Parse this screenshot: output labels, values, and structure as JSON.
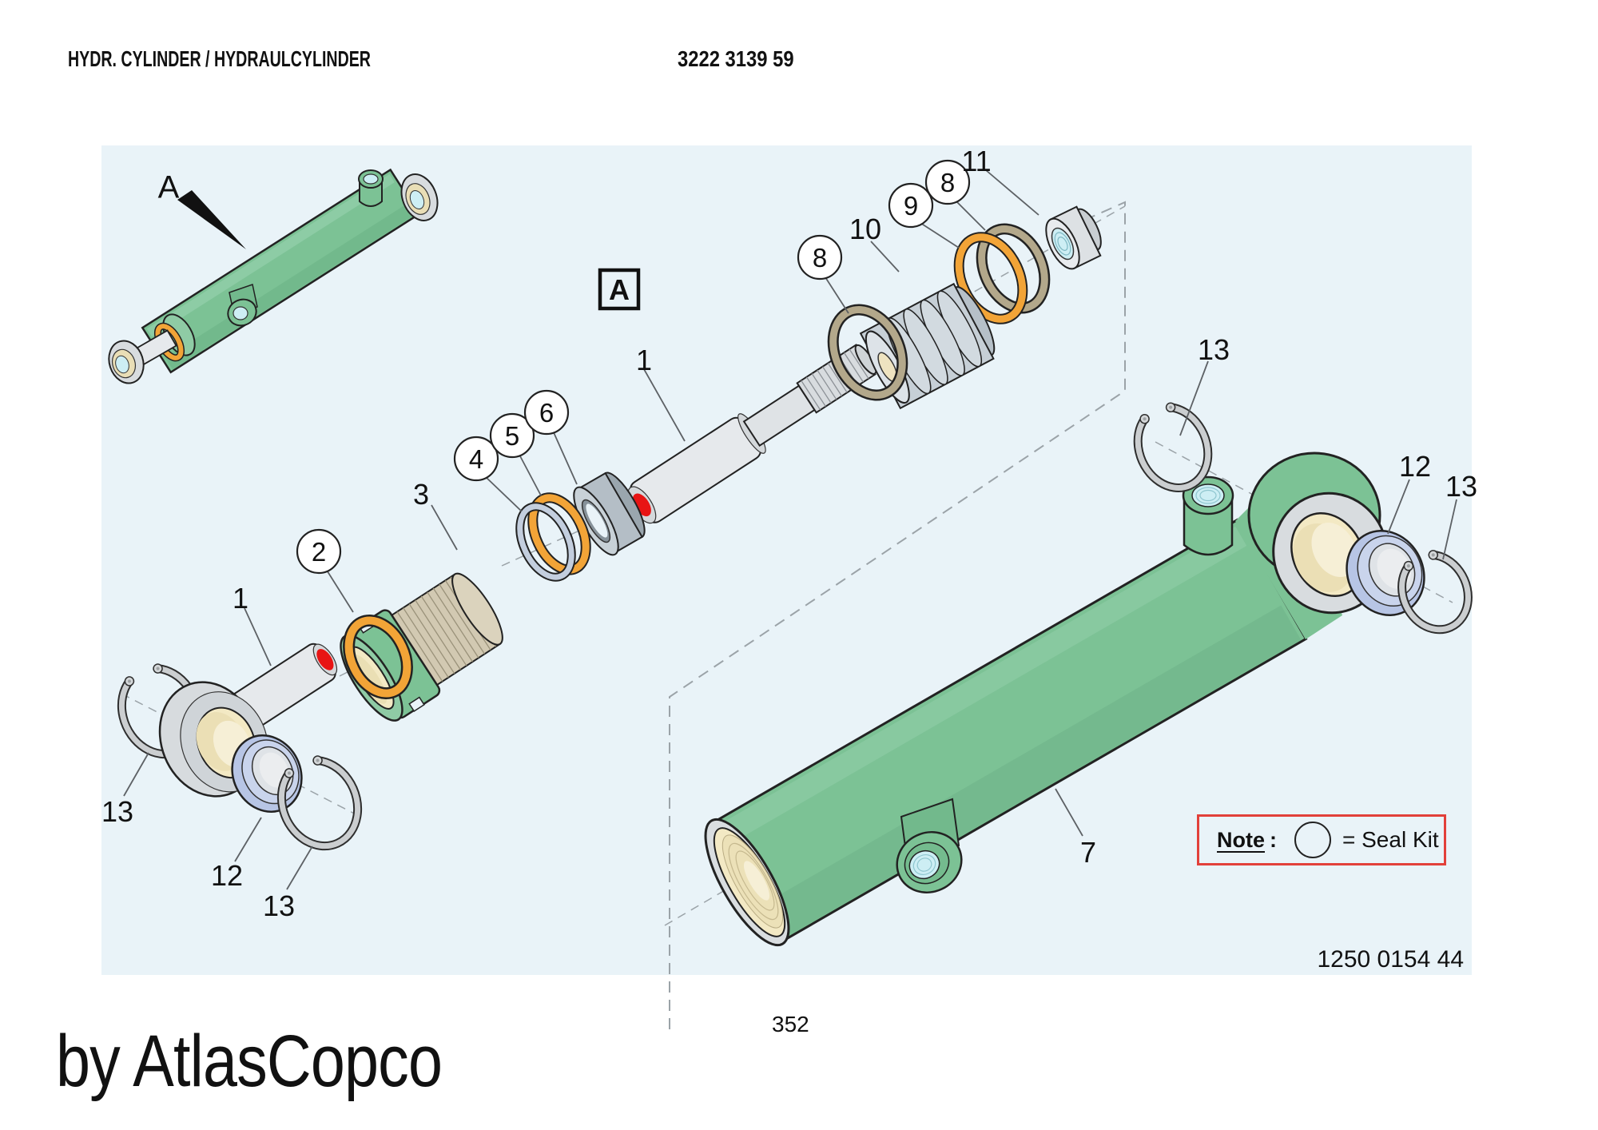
{
  "page": {
    "title": "HYDR. CYLINDER / HYDRAULCYLINDER",
    "doc_number": "3222 3139 59",
    "drawing_number": "1250 0154 44",
    "page_number": "352",
    "brand": "by AtlasCopco"
  },
  "note": {
    "label": "Note",
    "colon": ":",
    "seal_kit": "= Seal Kit"
  },
  "detail_view": {
    "arrow_label": "A",
    "box_label": "A"
  },
  "callouts": {
    "plain": [
      "1",
      "1",
      "3",
      "7",
      "10",
      "11",
      "12",
      "12",
      "13",
      "13",
      "13",
      "13"
    ],
    "circled_seal_kit": [
      "2",
      "4",
      "5",
      "6",
      "8",
      "8",
      "9"
    ]
  },
  "colors": {
    "panel_bg": "#e9f3f8",
    "body_green": "#7cc295",
    "seal_orange": "#f2a437",
    "ring_tan": "#b3a88b",
    "ring_silver_blue": "#c3cede",
    "bearing_blue": "#b7c5e5",
    "metal_gray": "#d8dcdf",
    "bore_cream": "#f3e9c4",
    "thread_cyan": "#cdeef4",
    "marker_red": "#e81414",
    "note_border_red": "#e2403a"
  }
}
